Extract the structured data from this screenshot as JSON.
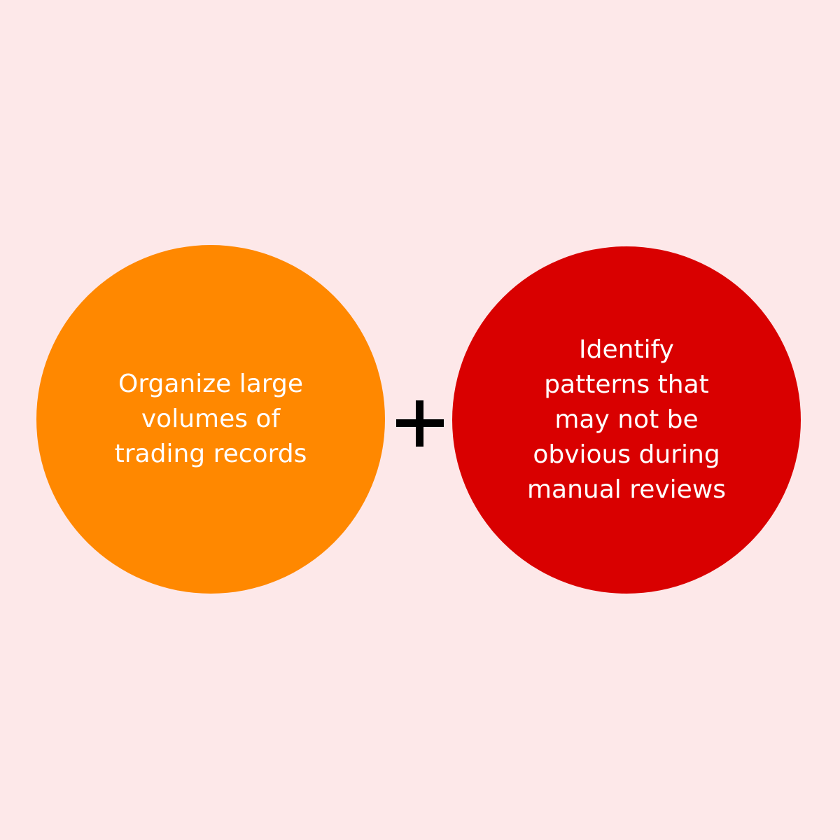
{
  "colors": {
    "background": "#fde8e9",
    "left_circle": "#ff8800",
    "right_circle": "#d90000",
    "text": "#ffffff",
    "plus": "#000000"
  },
  "left_circle": {
    "lines": [
      "Organize large",
      "volumes of",
      "trading records"
    ]
  },
  "operator": {
    "symbol": "+",
    "icon": "plus-icon"
  },
  "right_circle": {
    "lines": [
      "Identify",
      "patterns that",
      "may not be",
      "obvious during",
      "manual reviews"
    ]
  }
}
